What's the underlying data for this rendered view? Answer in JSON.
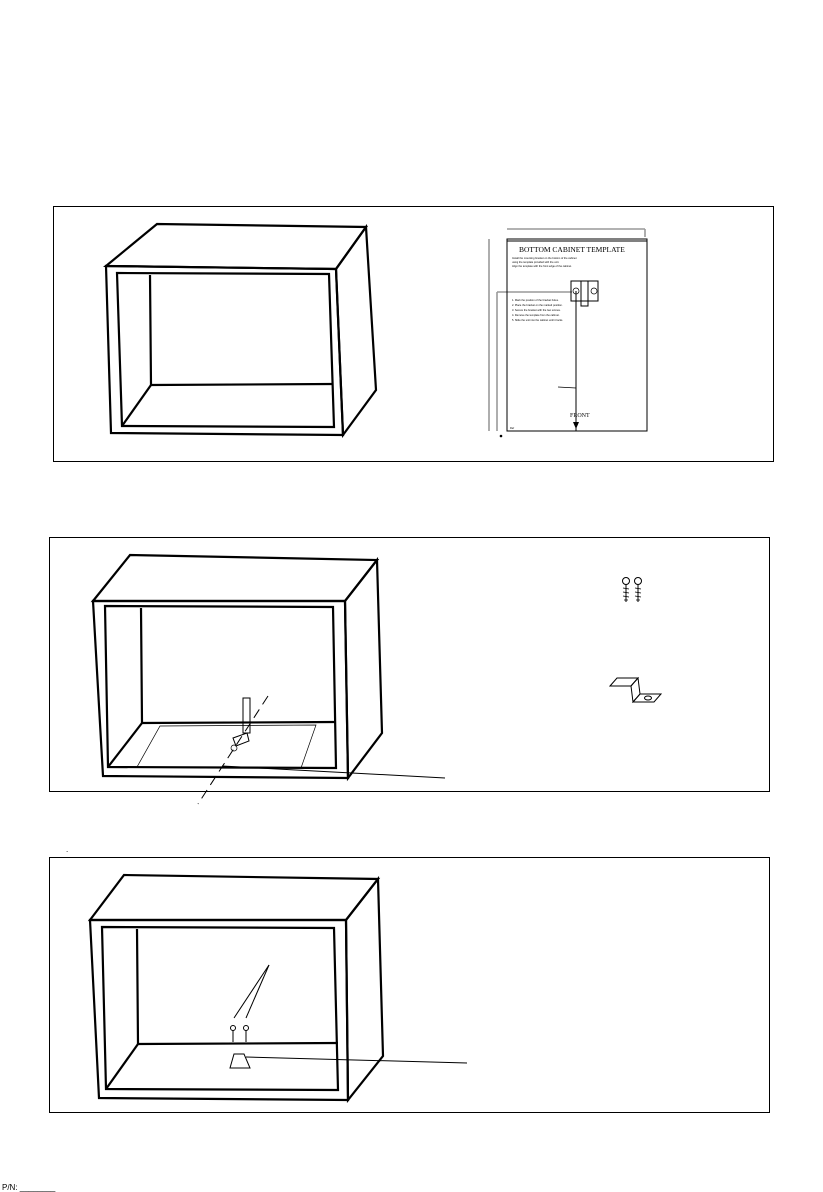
{
  "template": {
    "title": "BOTTOM CABINET TEMPLATE",
    "front_label": "FRONT",
    "top_dimension": "—",
    "side_dimension": "—",
    "instruction_lines_1": [
      "Install the mounting bracket on the bottom of the cabinet",
      "using the template provided with the unit.",
      "Align the template with the front edge of the cabinet."
    ],
    "instruction_lines_2": [
      "1. Mark the position of the bracket holes.",
      "2. Place the bracket on the marked position.",
      "3. Secure the bracket with the two screws.",
      "4. Remove the template from the cabinet.",
      "5. Slide the unit into the cabinet until it locks."
    ],
    "corner_note": "Ref"
  },
  "parts": {
    "screws": "screw-pair",
    "bracket": "anti-tip-bracket"
  },
  "page": {
    "stray_mark": ".",
    "footer": "P/N: ________"
  }
}
